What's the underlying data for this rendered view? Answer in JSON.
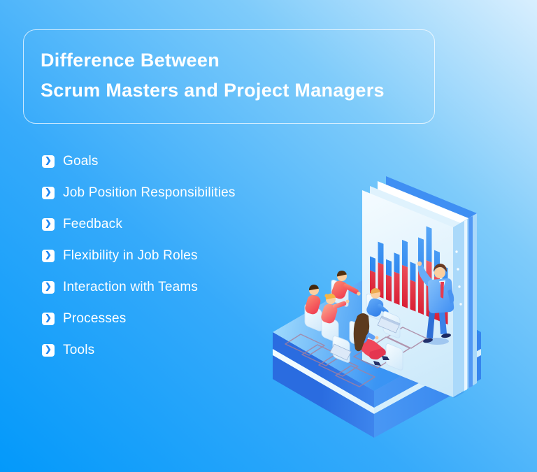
{
  "title": {
    "line1": "Difference Between",
    "line2": "Scrum Masters and Project Managers"
  },
  "list": {
    "bullet_char": "❯",
    "items": [
      {
        "label": "Goals"
      },
      {
        "label": "Job Position Responsibilities"
      },
      {
        "label": "Feedback"
      },
      {
        "label": "Flexibility in Job Roles"
      },
      {
        "label": "Interaction with Teams"
      },
      {
        "label": "Processes"
      },
      {
        "label": "Tools"
      }
    ]
  },
  "illustration": {
    "description": "Isometric scene: a presenter in a blue suit points at a bar chart on a flip-board; five audience members sit on chairs on a two-tier blue platform",
    "elements": [
      "platform",
      "presentation-board",
      "bar-chart",
      "presenter",
      "audience",
      "chairs",
      "laptops"
    ]
  },
  "chart_data": {
    "type": "bar",
    "decorative": true,
    "title": "",
    "xlabel": "",
    "ylabel": "",
    "bars_relative_height": [
      41,
      61,
      45,
      56,
      74,
      53,
      84,
      100,
      77,
      63
    ],
    "segment_split": {
      "top_blue_fraction": 0.38,
      "bottom_red_fraction": 0.62
    },
    "colors": {
      "top": "#3e97f5",
      "bottom": "#e8374a"
    }
  },
  "colors": {
    "background_bottom_left": "#0399fa",
    "background_top_right": "#d9effe",
    "title_text": "#ffffff",
    "list_text": "#ffffff",
    "bullet_background": "#ffffff",
    "bullet_chevron": "#1d86f2",
    "platform_blue": "#3189f1",
    "board_panel": "#e4f5fd",
    "accent_red": "#ee3850"
  }
}
